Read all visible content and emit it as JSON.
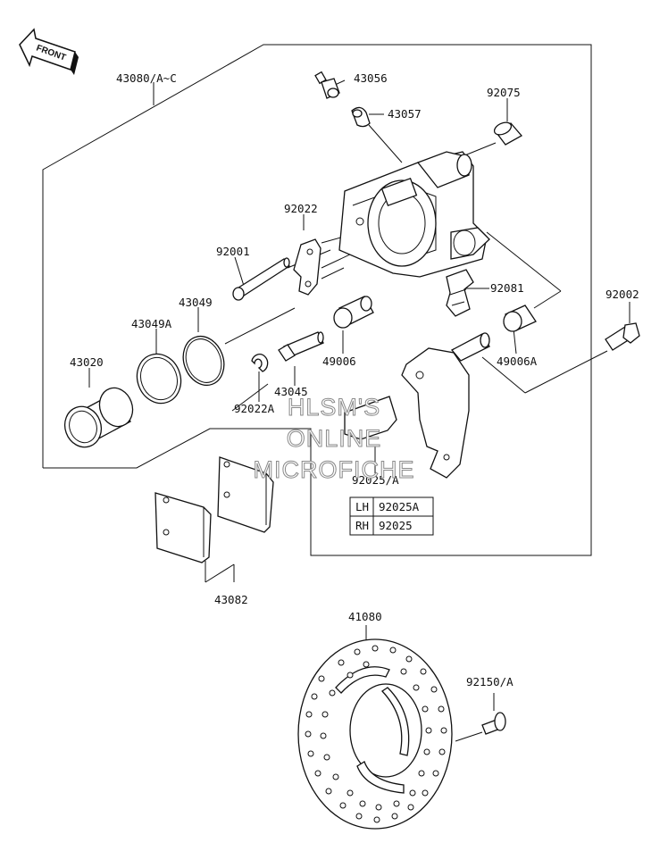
{
  "front_label": "FRONT",
  "parts": {
    "p43080": "43080/A~C",
    "p43056": "43056",
    "p43057": "43057",
    "p92075": "92075",
    "p92022": "92022",
    "p92001": "92001",
    "p43049": "43049",
    "p43049a": "43049A",
    "p43020": "43020",
    "p92081": "92081",
    "p92002": "92002",
    "p49006": "49006",
    "p49006a": "49006A",
    "p43045": "43045",
    "p92022a": "92022A",
    "p92025a": "92025/A",
    "p43082": "43082",
    "p41080": "41080",
    "p92150a": "92150/A"
  },
  "side_table": [
    {
      "side": "LH",
      "part": "92025A"
    },
    {
      "side": "RH",
      "part": "92025"
    }
  ],
  "watermark": [
    "HLSM'S",
    "ONLINE",
    "MICROFICHE"
  ]
}
